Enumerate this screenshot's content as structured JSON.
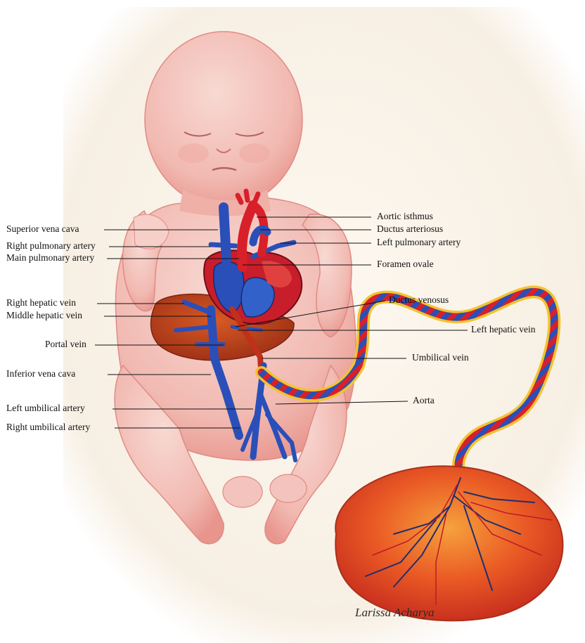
{
  "labels": {
    "superior_vena_cava": "Superior vena cava",
    "right_pulmonary_artery": "Right pulmonary artery",
    "main_pulmonary_artery": "Main pulmonary artery",
    "right_hepatic_vein": "Right hepatic vein",
    "middle_hepatic_vein": "Middle hepatic vein",
    "portal_vein": "Portal vein",
    "inferior_vena_cava": "Inferior vena cava",
    "left_umbilical_artery": "Left umbilical artery",
    "right_umbilical_artery": "Right umbilical artery",
    "aortic_isthmus": "Aortic isthmus",
    "ductus_arteriosus": "Ductus arteriosus",
    "left_pulmonary_artery": "Left pulmonary artery",
    "foramen_ovale": "Foramen ovale",
    "ductus_venosus": "Ductus venosus",
    "left_hepatic_vein": "Left hepatic vein",
    "umbilical_vein": "Umbilical vein",
    "aorta": "Aorta"
  },
  "signature": "Larissa Acharya",
  "colors": {
    "paper": "#fbf6ee",
    "skin": "#f3c4bd",
    "skin_shadow": "#e59c95",
    "artery_red": "#d8202a",
    "vein_blue": "#2a4fb8",
    "liver": "#c0451a",
    "placenta": "#e8502a",
    "cord_sheath": "#f2c330"
  }
}
